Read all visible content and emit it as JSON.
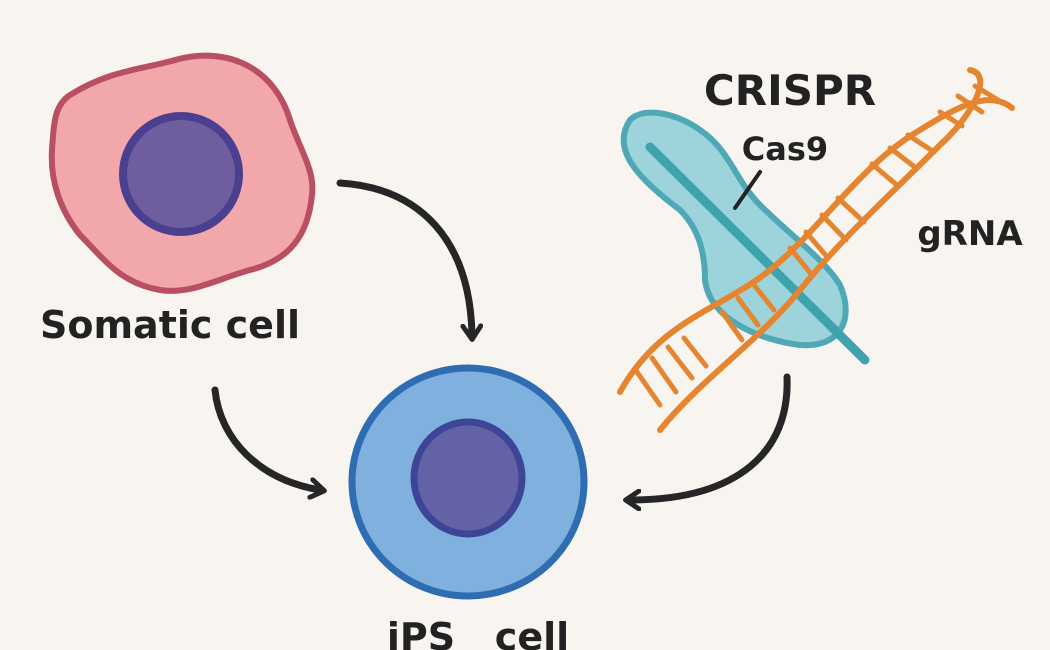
{
  "labels": {
    "somatic": "Somatic cell",
    "ips": "iPS   cell",
    "crispr": "CRISPR",
    "cas9": "Cas9",
    "grna": "gRNA"
  },
  "colors": {
    "background": "#f8f5f1",
    "somatic_fill": "#f2a7aa",
    "somatic_stroke": "#b84f62",
    "nucleus_fill": "#6e5e9f",
    "nucleus_stroke": "#4b3f8f",
    "ips_fill": "#7fb0de",
    "ips_stroke": "#2f6db3",
    "cas9_fill": "#9dd3da",
    "cas9_stroke": "#4fa8b5",
    "grna_line": "#3fa3ae",
    "dna": "#e5852f",
    "arrow": "#262626"
  }
}
